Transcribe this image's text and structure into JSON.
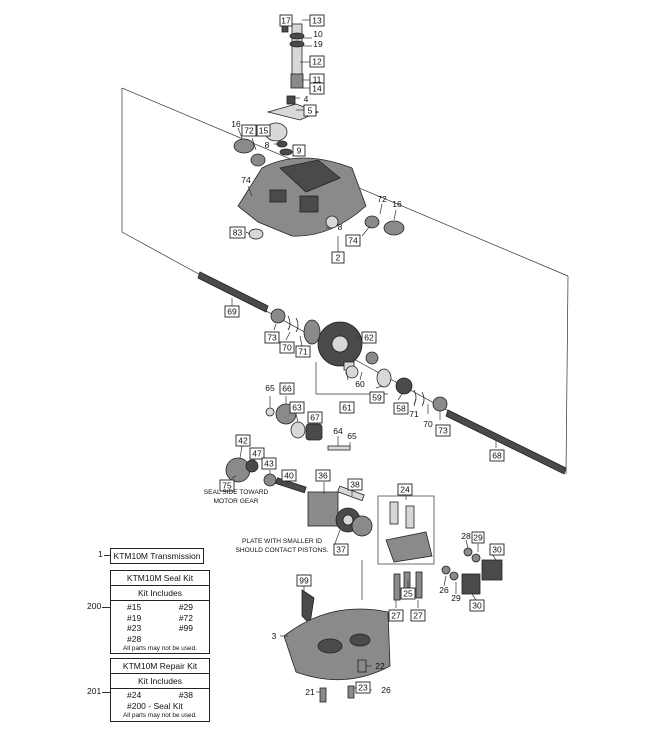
{
  "callouts": {
    "c17": "17",
    "c13": "13",
    "c10": "10",
    "c19": "19",
    "c12": "12",
    "c11": "11",
    "c14": "14",
    "c4": "4",
    "c5": "5",
    "c16a": "16",
    "c72a": "72",
    "c15": "15",
    "c8a": "8",
    "c9": "9",
    "c74a": "74",
    "c72b": "72",
    "c16b": "16",
    "c83": "83",
    "c8b": "8",
    "c74b": "74",
    "c2": "2",
    "c69": "69",
    "c62": "62",
    "c73a": "73",
    "c70a": "70",
    "c71a": "71",
    "c60": "60",
    "c59": "59",
    "c58": "58",
    "c71b": "71",
    "c70b": "70",
    "c73b": "73",
    "c61": "61",
    "c65a": "65",
    "c66": "66",
    "c63": "63",
    "c67": "67",
    "c64": "64",
    "c65b": "65",
    "c68": "68",
    "c42": "42",
    "c47": "47",
    "c43": "43",
    "c75": "75",
    "c40": "40",
    "c36": "36",
    "c38": "38",
    "c24": "24",
    "c37": "37",
    "c28": "28",
    "c29a": "29",
    "c30a": "30",
    "c26a": "26",
    "c29b": "29",
    "c30b": "30",
    "c25": "25",
    "c27a": "27",
    "c27b": "27",
    "c99": "99",
    "c3": "3",
    "c22": "22",
    "c21": "21",
    "c23": "23",
    "c26b": "26"
  },
  "notes": {
    "seal_side_line1": "SEAL SIDE TOWARD",
    "seal_side_line2": "MOTOR GEAR",
    "plate_line1": "PLATE WITH SMALLER ID",
    "plate_line2": "SHOULD CONTACT PISTONS."
  },
  "transmission": {
    "ref": "1",
    "label": "KTM10M Transmission"
  },
  "seal_kit": {
    "ref": "200",
    "title": "KTM10M Seal Kit",
    "subtitle": "Kit Includes",
    "items": [
      "#15",
      "#29",
      "#19",
      "#72",
      "#23",
      "#99",
      "#28"
    ],
    "note": "All parts may not be used."
  },
  "repair_kit": {
    "ref": "201",
    "title": "KTM10M Repair Kit",
    "subtitle": "Kit Includes",
    "items": [
      "#24",
      "#38",
      "#200 - Seal Kit"
    ],
    "note": "All parts may not be used."
  },
  "colors": {
    "line": "#222222",
    "part_dark": "#4a4a4a",
    "part_mid": "#8a8a8a",
    "part_light": "#d8d8d8",
    "background": "#ffffff"
  }
}
